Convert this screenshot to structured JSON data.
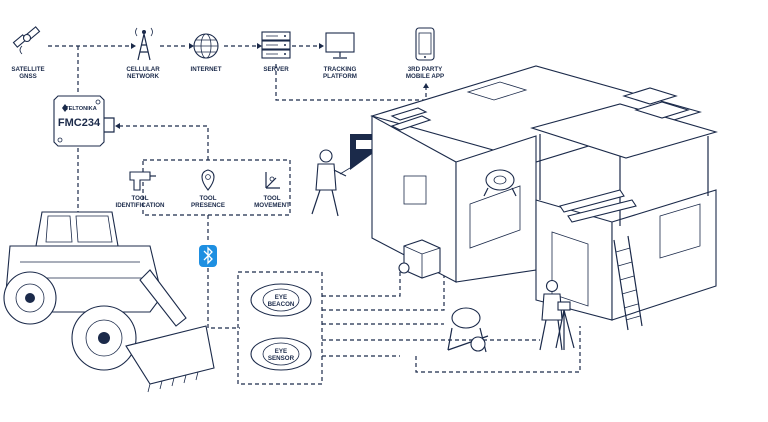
{
  "nodes": {
    "satellite": [
      "SATELLITE",
      "GNSS"
    ],
    "cellular": [
      "CELLULAR",
      "NETWORK"
    ],
    "internet": [
      "INTERNET"
    ],
    "server": [
      "SERVER"
    ],
    "tracking": [
      "TRACKING",
      "PLATFORM"
    ],
    "mobile": [
      "3RD PARTY",
      "MOBILE APP"
    ]
  },
  "device": {
    "brand": "TELTONIKA",
    "model": "FMC234"
  },
  "tools": {
    "identification": [
      "TOOL",
      "IDENTIFICATION"
    ],
    "presence": [
      "TOOL",
      "PRESENCE"
    ],
    "movement": [
      "TOOL",
      "MOVEMENT"
    ]
  },
  "sensors": {
    "beacon": [
      "EYE",
      "BEACON"
    ],
    "sensor": [
      "EYE",
      "SENSOR"
    ]
  },
  "colors": {
    "line": "#1b2a4a",
    "bluetooth": "#1e8fe1"
  }
}
